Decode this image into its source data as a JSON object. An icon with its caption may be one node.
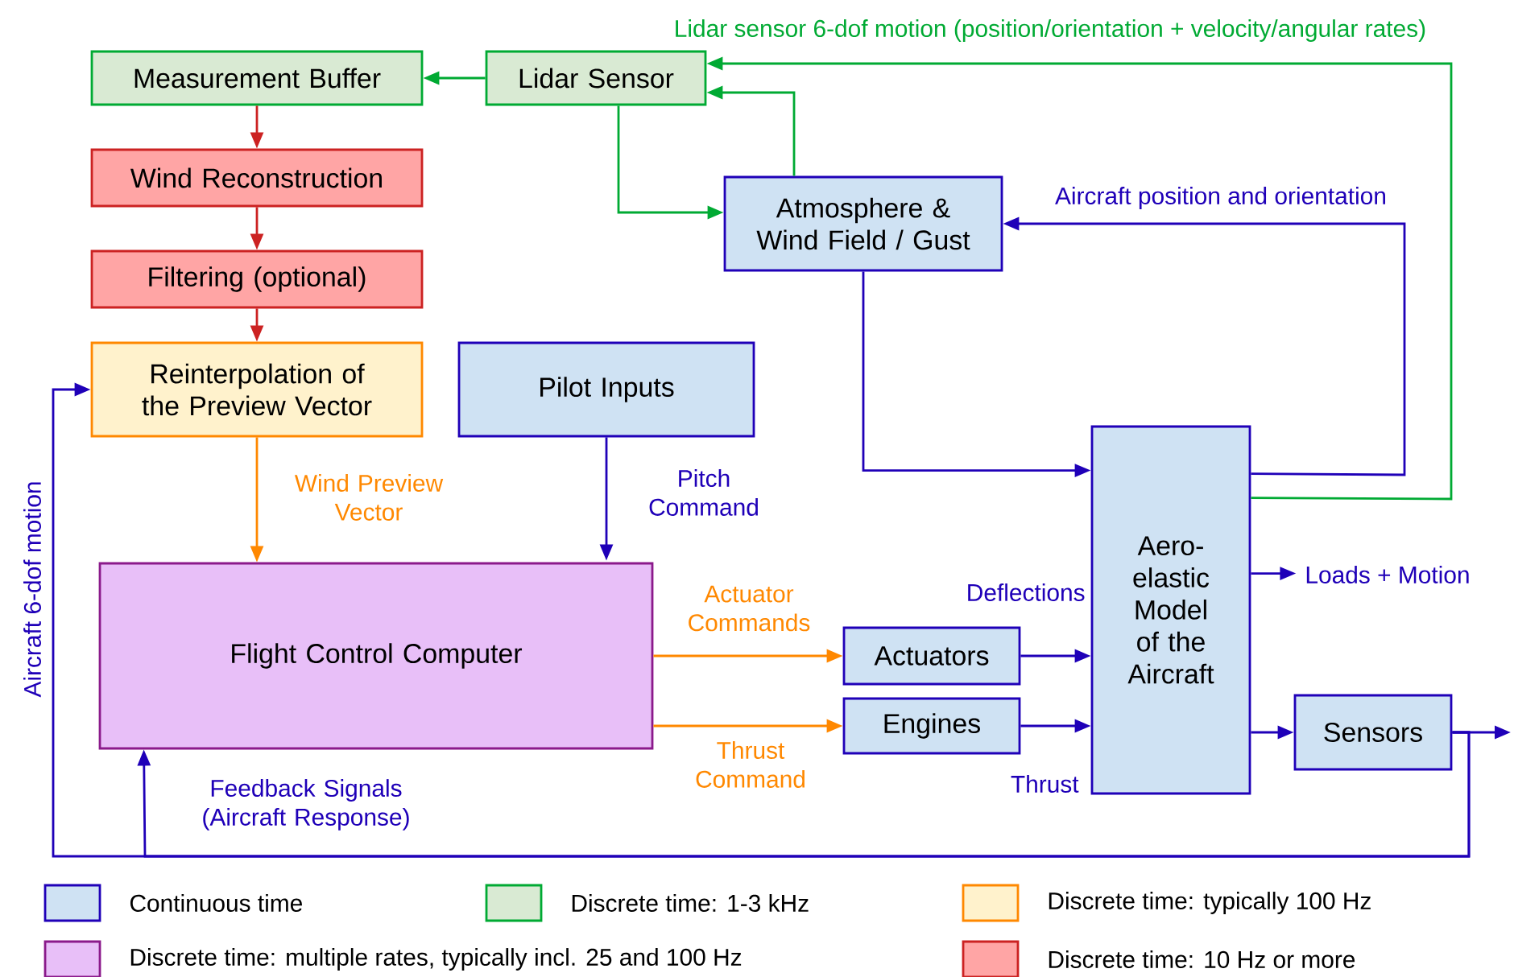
{
  "diagram": {
    "nodes": [
      {
        "text": [
          "Measurement Buffer"
        ]
      },
      {
        "text": [
          "Lidar Sensor"
        ]
      },
      {
        "text": [
          "Wind Reconstruction"
        ]
      },
      {
        "text": [
          "Filtering (optional)"
        ]
      },
      {
        "text": [
          "Reinterpolation of the Preview Vector"
        ]
      },
      {
        "text": [
          "Atmosphere & Wind Field / Gust"
        ]
      },
      {
        "text": [
          "Pilot Inputs"
        ]
      },
      {
        "text": [
          "Flight Control Computer"
        ]
      },
      {
        "text": [
          "Actuators"
        ]
      },
      {
        "text": [
          "Engines"
        ]
      },
      {
        "text": [
          "Aero-elastic Model of the Aircraft"
        ]
      },
      {
        "text": [
          "Sensors"
        ]
      }
    ],
    "edges": [
      {
        "from": 1,
        "to": 0,
        "arrow": "to",
        "color": "#00aa33"
      },
      {
        "from": 0,
        "to": 2,
        "arrow": "to",
        "color": "#cc2222"
      },
      {
        "from": 2,
        "to": 3,
        "arrow": "to",
        "color": "#cc2222"
      },
      {
        "from": 3,
        "to": 4,
        "arrow": "to",
        "color": "#cc2222"
      },
      {
        "from": 1,
        "to": 5,
        "arrow": "to",
        "color": "#00aa33"
      },
      {
        "from": 5,
        "to": 1,
        "arrow": "to",
        "color": "#00aa33"
      },
      {
        "from": 10,
        "to": 1,
        "arrow": "to",
        "color": "#00aa33",
        "label": "Lidar sensor 6-dof motion (position/orientation + velocity/angular rates)"
      },
      {
        "from": 10,
        "to": 5,
        "arrow": "to",
        "label": "Aircraft position and orientation"
      },
      {
        "from": 5,
        "to": 10,
        "arrow": "to"
      },
      {
        "from": 4,
        "to": 7,
        "arrow": "to",
        "color": "#ff8800",
        "label": "Wind Preview Vector"
      },
      {
        "from": 6,
        "to": 7,
        "arrow": "to",
        "label": "Pitch Command"
      },
      {
        "from": 7,
        "to": 8,
        "arrow": "to",
        "color": "#ff8800",
        "label": "Actuator Commands"
      },
      {
        "from": 7,
        "to": 9,
        "arrow": "to",
        "color": "#ff8800",
        "label": "Thrust Command"
      },
      {
        "from": 8,
        "to": 10,
        "arrow": "to",
        "label": "Deflections"
      },
      {
        "from": 9,
        "to": 10,
        "arrow": "to",
        "label": "Thrust"
      },
      {
        "from": 10,
        "to": null,
        "arrow": "to",
        "label": "Loads + Motion"
      },
      {
        "from": 10,
        "to": 11,
        "arrow": "to"
      },
      {
        "from": 11,
        "to": null,
        "arrow": "to"
      },
      {
        "from": 11,
        "to": 4,
        "arrow": "to",
        "label": "Aircraft 6-dof motion"
      },
      {
        "from": 11,
        "to": 7,
        "arrow": "to",
        "label": "Feedback Signals (Aircraft Response)"
      }
    ],
    "legend": [
      {
        "text": "Continuous time",
        "color": "#cfe2f3"
      },
      {
        "text": "Discrete time: 1-3 kHz",
        "color": "#d9ead3"
      },
      {
        "text": "Discrete time: typically 100 Hz",
        "color": "#fff2cc"
      },
      {
        "text": "Discrete time: multiple rates, typically incl. 25 and 100 Hz",
        "color": "#e8bff8"
      },
      {
        "text": "Discrete time: 10 Hz or more",
        "color": "#ffa5a5"
      }
    ]
  }
}
